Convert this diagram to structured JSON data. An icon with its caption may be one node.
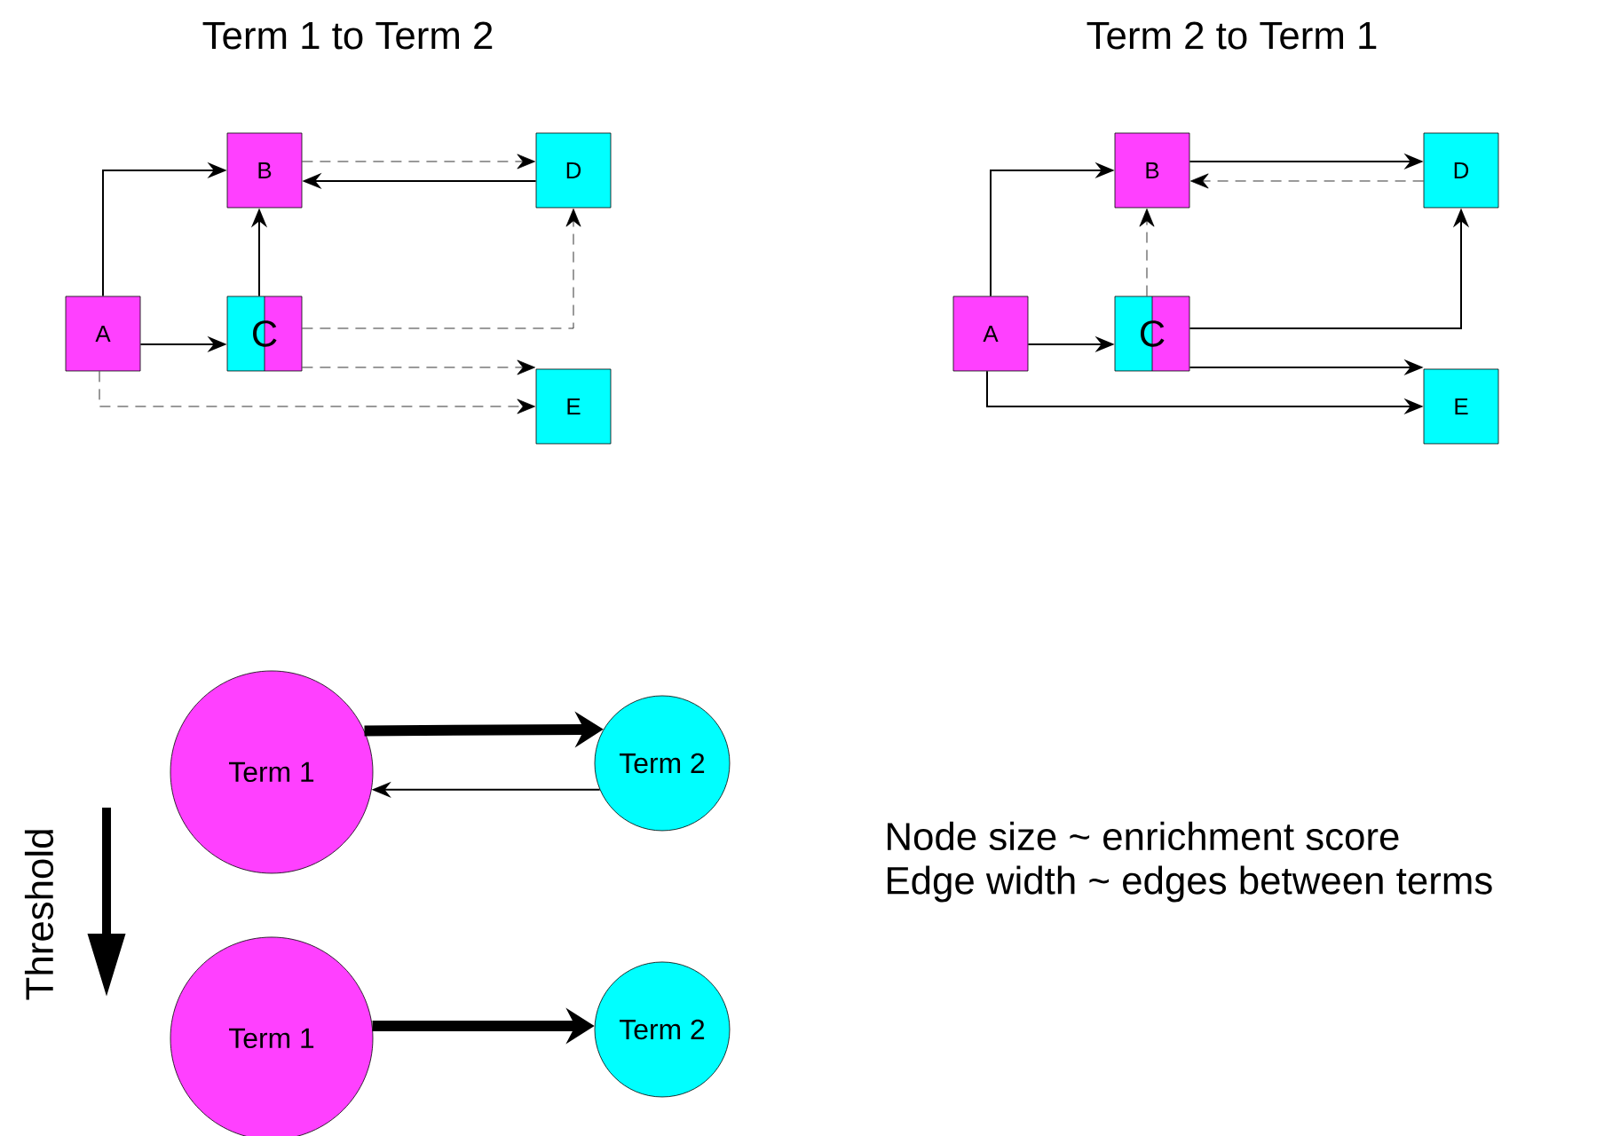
{
  "diagram": {
    "nodes": [
      {
        "text": [
          "A"
        ]
      },
      {
        "text": [
          "B"
        ]
      },
      {
        "text": [
          "C"
        ]
      },
      {
        "text": [
          "D"
        ]
      },
      {
        "text": [
          "E"
        ]
      },
      {
        "text": [
          "A"
        ]
      },
      {
        "text": [
          "B"
        ]
      },
      {
        "text": [
          "C"
        ]
      },
      {
        "text": [
          "D"
        ]
      },
      {
        "text": [
          "E"
        ]
      },
      {
        "text": [
          "Term 1"
        ]
      },
      {
        "text": [
          "Term 2"
        ]
      },
      {
        "text": [
          "Term 1"
        ]
      },
      {
        "text": [
          "Term 2"
        ]
      }
    ],
    "edges": [
      {
        "from": 0,
        "to": 1,
        "arrow": "to"
      },
      {
        "from": 0,
        "to": 2,
        "arrow": "to"
      },
      {
        "from": 2,
        "to": 1,
        "arrow": "to"
      },
      {
        "from": 1,
        "to": 3,
        "arrow": "to",
        "style": "dashed"
      },
      {
        "from": 3,
        "to": 1,
        "arrow": "to"
      },
      {
        "from": 2,
        "to": 3,
        "arrow": "to",
        "style": "dashed"
      },
      {
        "from": 2,
        "to": 4,
        "arrow": "to",
        "style": "dashed"
      },
      {
        "from": 0,
        "to": 4,
        "arrow": "to",
        "style": "dashed"
      },
      {
        "from": 5,
        "to": 6,
        "arrow": "to"
      },
      {
        "from": 5,
        "to": 7,
        "arrow": "to"
      },
      {
        "from": 7,
        "to": 6,
        "arrow": "to",
        "style": "dashed"
      },
      {
        "from": 6,
        "to": 8,
        "arrow": "to"
      },
      {
        "from": 8,
        "to": 6,
        "arrow": "to",
        "style": "dashed"
      },
      {
        "from": 7,
        "to": 8,
        "arrow": "to"
      },
      {
        "from": 7,
        "to": 9,
        "arrow": "to"
      },
      {
        "from": 5,
        "to": 9,
        "arrow": "to"
      },
      {
        "from": 10,
        "to": 11,
        "arrow": "to",
        "style": "thick"
      },
      {
        "from": 11,
        "to": 10,
        "arrow": "to"
      },
      {
        "from": 12,
        "to": 13,
        "arrow": "to",
        "style": "thick"
      }
    ],
    "labels": [
      "Term 1 to Term 2",
      "Term 2 to Term 1",
      "Threshold",
      "Node size ~ enrichment score",
      "Edge width ~ edges between terms"
    ]
  }
}
